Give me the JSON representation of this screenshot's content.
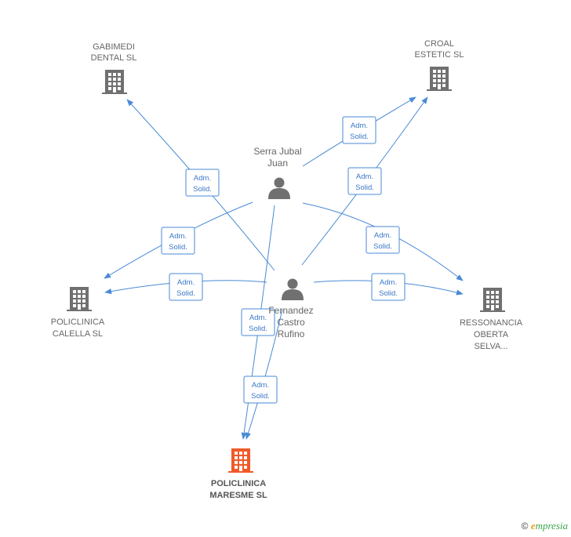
{
  "nodes": {
    "gabimedi": {
      "line1": "GABIMEDI",
      "line2": "DENTAL  SL"
    },
    "croal": {
      "line1": "CROAL",
      "line2": "ESTETIC SL"
    },
    "calella": {
      "line1": "POLICLINICA",
      "line2": "CALELLA  SL"
    },
    "ressonancia": {
      "line1": "RESSONANCIA",
      "line2": "OBERTA",
      "line3": "SELVA..."
    },
    "maresme": {
      "line1": "POLICLINICA",
      "line2": "MARESME SL"
    },
    "serra": {
      "line1": "Serra Jubal",
      "line2": "Juan"
    },
    "fernandez": {
      "line1": "Fernandez",
      "line2": "Castro",
      "line3": "Rufino"
    }
  },
  "badge": {
    "line1": "Adm.",
    "line2": "Solid."
  },
  "colors": {
    "edge": "#4a8ad6",
    "building": "#707070",
    "focus": "#f05a28",
    "person": "#707070"
  },
  "footer": {
    "copyright": "©",
    "brand_e": "e",
    "brand_rest": "mpresia"
  }
}
